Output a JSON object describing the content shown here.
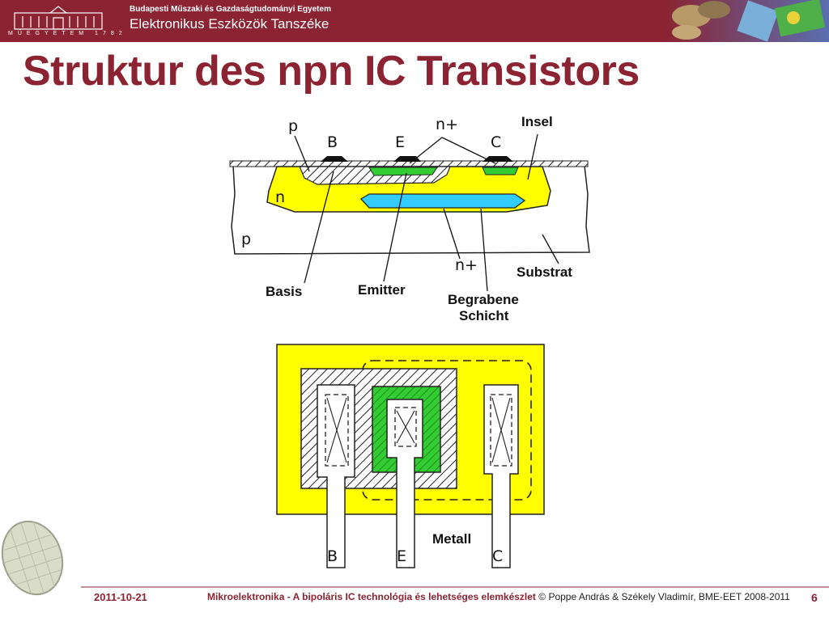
{
  "header": {
    "university": "Budapesti Műszaki és Gazdaságtudományi Egyetem",
    "department": "Elektronikus Eszközök Tanszéke",
    "logo_caption": "MŰEGYETEM 1782"
  },
  "slide": {
    "title": "Struktur des npn IC Transistors"
  },
  "cross_section": {
    "hand_labels": {
      "p_top": "p",
      "B": "B",
      "E": "E",
      "nplus_top": "n+",
      "C": "C",
      "n_region": "n",
      "p_substrate": "p",
      "nplus_buried": "n+"
    },
    "labels": {
      "insel": "Insel",
      "substrat": "Substrat",
      "basis": "Basis",
      "emitter": "Emitter",
      "begrabene_line1": "Begrabene",
      "begrabene_line2": "Schicht"
    }
  },
  "layout_view": {
    "metal_label": "Metall",
    "terminals": [
      "B",
      "E",
      "C"
    ]
  },
  "footer": {
    "date": "2011-10-21",
    "course": "Mikroelektronika - A bipoláris IC technológia és lehetséges elemkészlet",
    "authors": "© Poppe András & Székely Vladimír, BME-EET 2008-2011",
    "page": "6"
  },
  "colors": {
    "brand": "#8b2332",
    "n_region": "#ffff00",
    "emitter": "#33cc33",
    "buried_layer": "#33ccff"
  }
}
